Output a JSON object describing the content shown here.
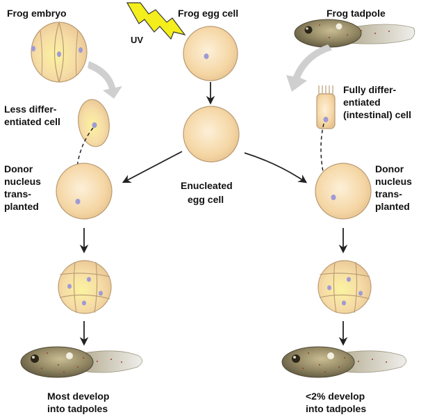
{
  "labels": {
    "frog_embryo": "Frog embryo",
    "frog_egg_cell": "Frog egg cell",
    "frog_tadpole": "Frog tadpole",
    "uv": "UV",
    "less_diff_1": "Less differ-",
    "less_diff_2": "entiated cell",
    "fully_diff_1": "Fully differ-",
    "fully_diff_2": "entiated",
    "fully_diff_3": "(intestinal) cell",
    "donor_left_1": "Donor",
    "donor_left_2": "nucleus",
    "donor_left_3": "trans-",
    "donor_left_4": "planted",
    "donor_right_1": "Donor",
    "donor_right_2": "nucleus",
    "donor_right_3": "trans-",
    "donor_right_4": "planted",
    "enucleated_1": "Enucleated",
    "enucleated_2": "egg cell",
    "result_left_1": "Most develop",
    "result_left_2": "into tadpoles",
    "result_right_1": "<2% develop",
    "result_right_2": "into tadpoles"
  },
  "colors": {
    "cell_fill": "#f6d9a8",
    "cell_stroke": "#b89a72",
    "nucleus": "#9f9ad6",
    "arrow": "#222222",
    "bent_arrow": "#cfcfcf",
    "uv_bolt": "#f4ee1c",
    "tadpole_body": "#8f8460",
    "tadpole_tail": "#e4e2dc"
  }
}
